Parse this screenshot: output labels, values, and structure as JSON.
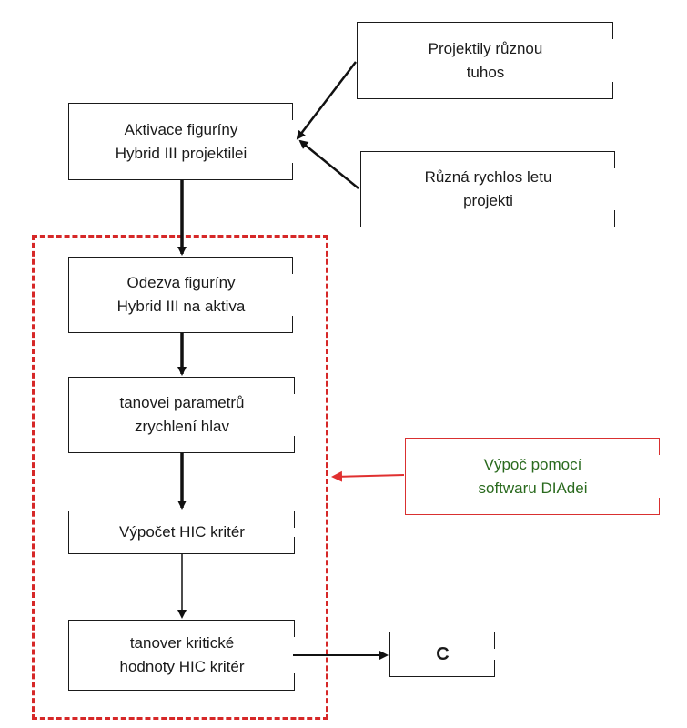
{
  "nodes": {
    "aktivace": {
      "lines": [
        "Aktivace figuríny",
        "Hybrid III projektilei"
      ]
    },
    "projektily": {
      "lines": [
        "Projektily  různou",
        "tuhos"
      ]
    },
    "rychlost": {
      "lines": [
        "Různá rychlos  letu",
        "projekti"
      ]
    },
    "odezva": {
      "lines": [
        "Odezva figuríny",
        "Hybrid III na aktiva"
      ]
    },
    "stanoveni_param": {
      "lines": [
        "tanovei  parametrů",
        "zrychlení hlav"
      ]
    },
    "vypocet_diadem": {
      "lines": [
        "Výpoč    pomocí",
        "softwaru DIAdei"
      ]
    },
    "vypocet_hic": {
      "lines": [
        "Výpočet HIC kritér"
      ]
    },
    "stanoveni_kriticke": {
      "lines": [
        "tanover   kritické",
        "hodnoty HIC kritér"
      ]
    },
    "vysledek": {
      "lines": [
        "C"
      ]
    }
  },
  "colors": {
    "box_border": "#1a1a1a",
    "arrow": "#111111",
    "dashed_frame": "#d62828",
    "red_box_border": "#d93030",
    "red_box_text": "#2a6a1e",
    "red_arrow": "#e03030"
  }
}
